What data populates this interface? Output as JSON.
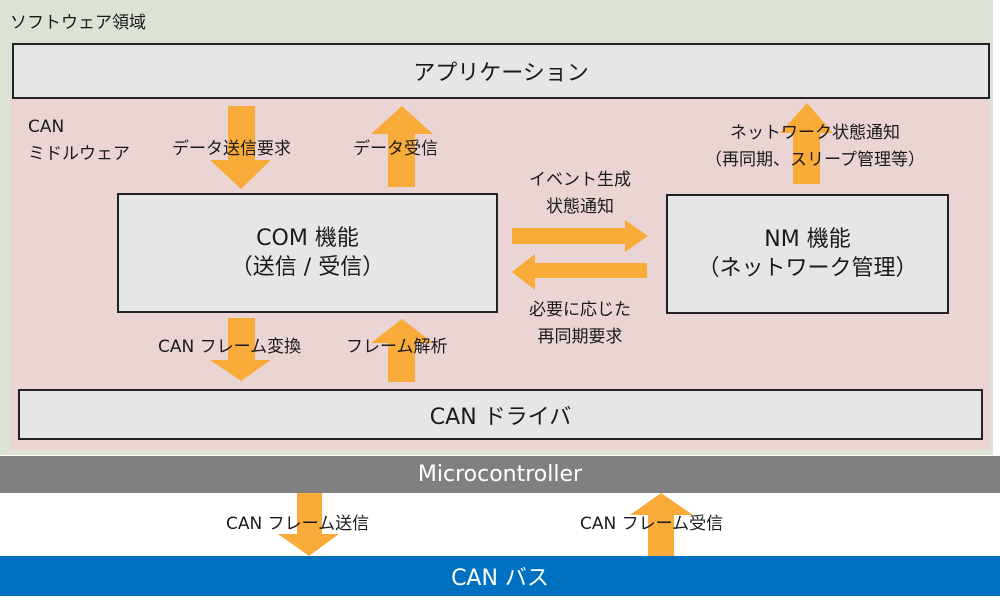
{
  "colors": {
    "software_area": "#dce2d5",
    "middleware_area": "#ead5d4",
    "box_fill": "#e6e6e6",
    "arrow": "#f9ab3a",
    "microcontroller": "#808080",
    "can_bus": "#0070c0"
  },
  "software_area": {
    "label": "ソフトウェア領域"
  },
  "application": {
    "label": "アプリケーション"
  },
  "middleware": {
    "label_line1": "CAN",
    "label_line2": "ミドルウェア"
  },
  "com": {
    "title": "COM 機能",
    "subtitle": "（送信 / 受信）"
  },
  "nm": {
    "title": "NM 機能",
    "subtitle": "（ネットワーク管理）"
  },
  "driver": {
    "label": "CAN ドライバ"
  },
  "microcontroller": {
    "label": "Microcontroller"
  },
  "can_bus": {
    "label": "CAN バス"
  },
  "flows": {
    "data_send_request": "データ送信要求",
    "data_receive": "データ受信",
    "nm_status_line1": "ネットワーク状態通知",
    "nm_status_line2": "（再同期、スリープ管理等）",
    "event_line1": "イベント生成",
    "event_line2": "状態通知",
    "resync_line1": "必要に応じた",
    "resync_line2": "再同期要求",
    "frame_convert": "CAN フレーム変換",
    "frame_parse": "フレーム解析",
    "frame_send": "CAN フレーム送信",
    "frame_receive": "CAN フレーム受信"
  }
}
